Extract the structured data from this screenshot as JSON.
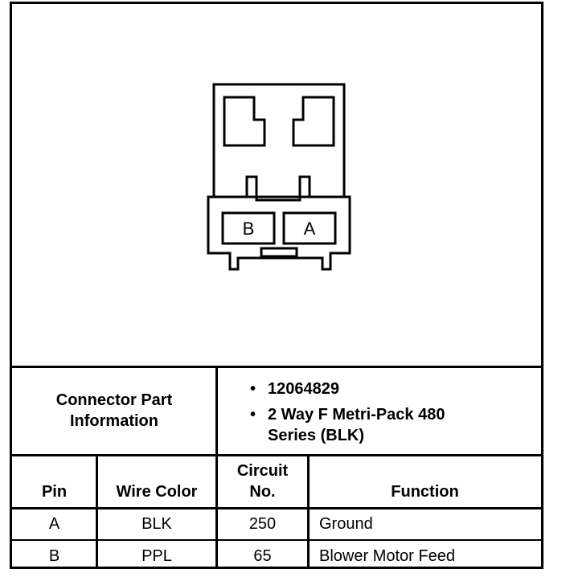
{
  "connector": {
    "pin_labels": [
      "B",
      "A"
    ]
  },
  "part_info": {
    "label_line1": "Connector Part",
    "label_line2": "Information",
    "bullets": [
      {
        "text": "12064829"
      },
      {
        "text": "2 Way F Metri-Pack 480",
        "continuation": "Series (BLK)"
      }
    ]
  },
  "table": {
    "headers": {
      "pin": "Pin",
      "wire_color": "Wire Color",
      "circuit_line1": "Circuit",
      "circuit_line2": "No.",
      "function": "Function"
    },
    "rows": [
      {
        "pin": "A",
        "wire_color": "BLK",
        "circuit": "250",
        "function": "Ground"
      },
      {
        "pin": "B",
        "wire_color": "PPL",
        "circuit": "65",
        "function": "Blower Motor Feed"
      }
    ]
  },
  "colors": {
    "ink": "#000000",
    "paper": "#ffffff"
  }
}
